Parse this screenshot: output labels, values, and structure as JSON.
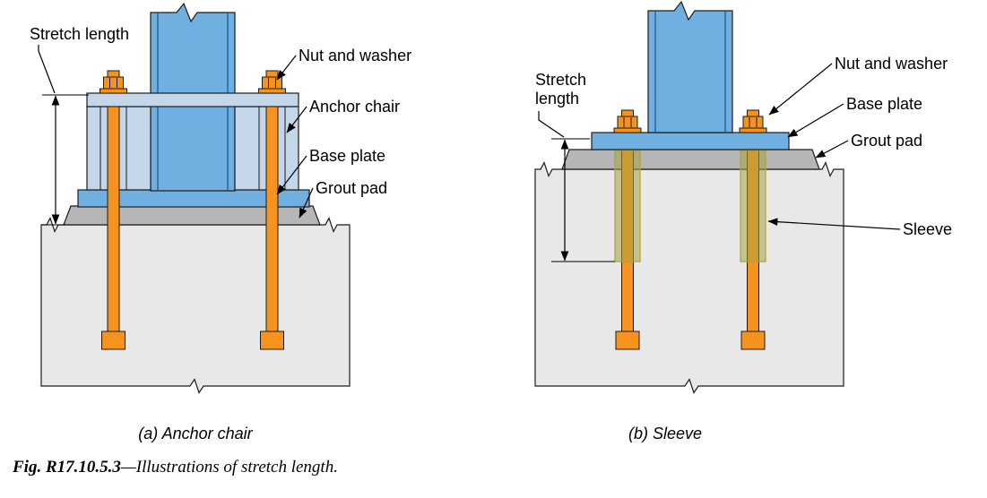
{
  "figure_caption": {
    "prefix": "Fig. R17.10.5.3",
    "rest": "—Illustrations of stretch length."
  },
  "diagrams": {
    "a": {
      "caption": "(a) Anchor chair",
      "labels": {
        "stretch_length": "Stretch length",
        "nut_and_washer": "Nut and washer",
        "anchor_chair": "Anchor chair",
        "base_plate": "Base plate",
        "grout_pad": "Grout pad"
      }
    },
    "b": {
      "caption": "(b) Sleeve",
      "labels": {
        "stretch_length_lines": [
          "Stretch",
          "length"
        ],
        "nut_and_washer": "Nut and washer",
        "base_plate": "Base plate",
        "grout_pad": "Grout pad",
        "sleeve": "Sleeve"
      }
    }
  },
  "colors": {
    "concrete": "#e8e8e8",
    "grout": "#b6b6b6",
    "steel_blue": "#6fb0e0",
    "steel_blue_dark": "#3a78b0",
    "chair_blue": "#c3d6ea",
    "bolt_orange": "#f6921e",
    "sleeve_olive": "#a9a341",
    "outline": "#1c1c1c"
  }
}
